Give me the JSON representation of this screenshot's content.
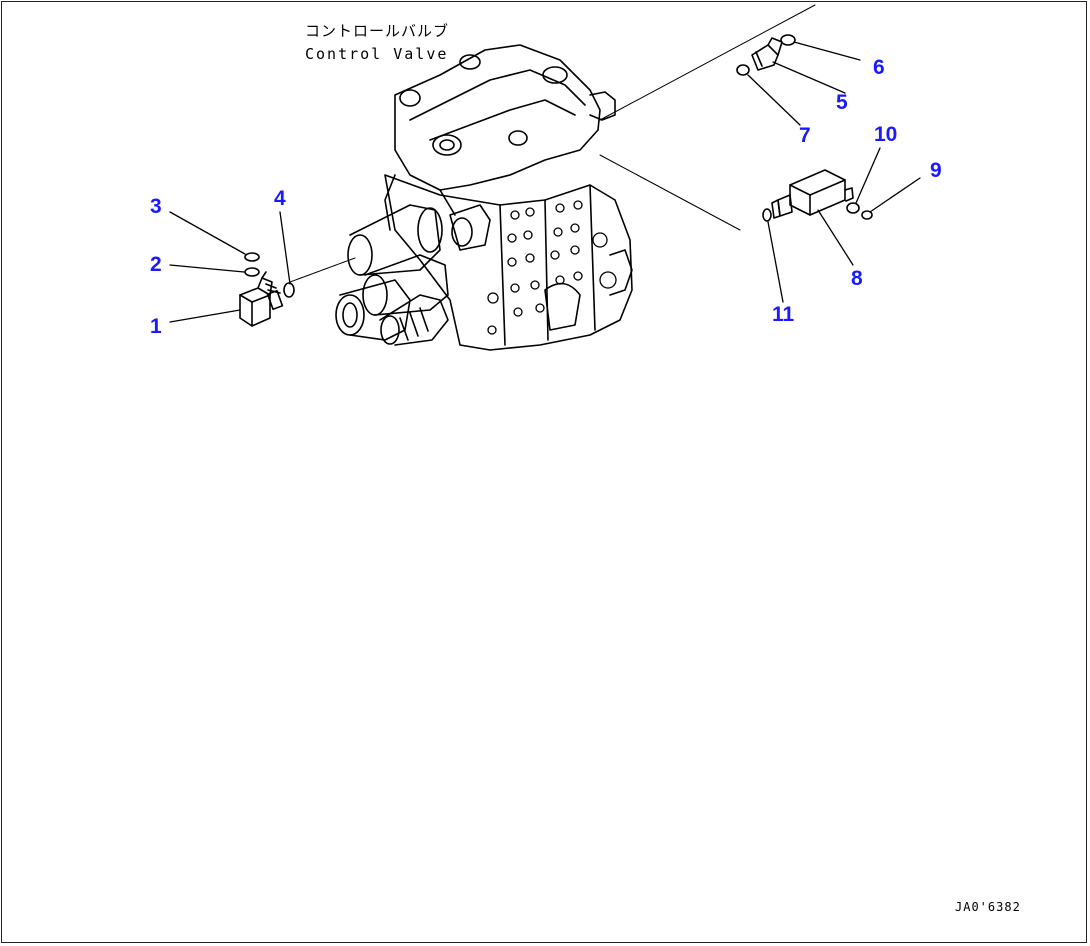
{
  "title": {
    "japanese": "コントロールバルブ",
    "english": "Control Valve"
  },
  "figure_code": "JA0'6382",
  "callouts": [
    "1",
    "2",
    "3",
    "4",
    "5",
    "6",
    "7",
    "8",
    "9",
    "10",
    "11"
  ],
  "colors": {
    "callout": "#1a1aff",
    "line": "#000000",
    "background": "#ffffff"
  }
}
